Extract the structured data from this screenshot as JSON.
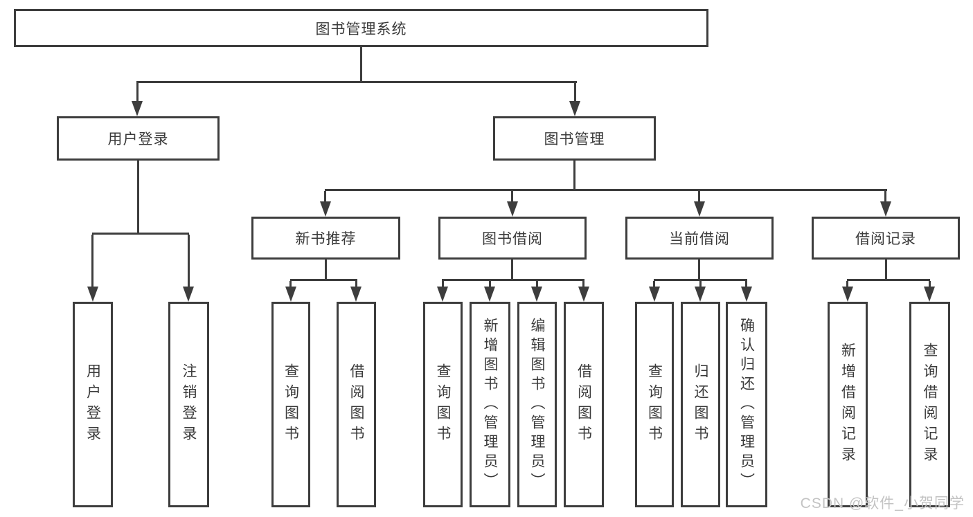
{
  "diagram": {
    "root": "图书管理系统",
    "branches": [
      {
        "label": "用户登录",
        "children": [
          "用户登录",
          "注销登录"
        ]
      },
      {
        "label": "图书管理",
        "sections": [
          {
            "label": "新书推荐",
            "children": [
              "查询图书",
              "借阅图书"
            ]
          },
          {
            "label": "图书借阅",
            "children": [
              "查询图书",
              "新增图书（管理员）",
              "编辑图书（管理员）",
              "借阅图书"
            ]
          },
          {
            "label": "当前借阅",
            "children": [
              "查询图书",
              "归还图书",
              "确认归还（管理员）"
            ]
          },
          {
            "label": "借阅记录",
            "children": [
              "新增借阅记录",
              "查询借阅记录"
            ]
          }
        ]
      }
    ]
  },
  "watermark": "CSDN @软件_小贺同学",
  "colors": {
    "line": "#3d3d3d",
    "text": "#3a3a3a",
    "background": "#ffffff",
    "watermark": "#c3c3c3"
  }
}
